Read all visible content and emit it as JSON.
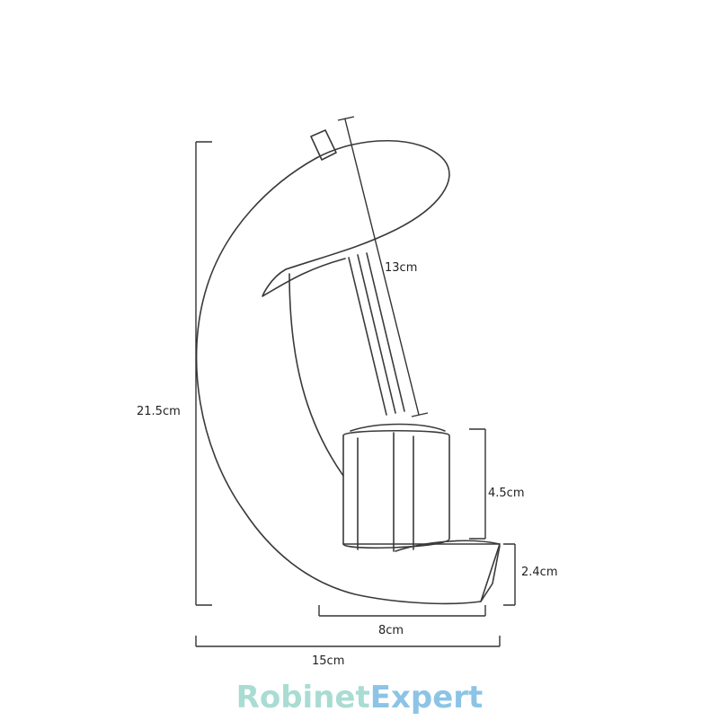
{
  "dimensions": {
    "total_height": "21.5cm",
    "spout_length": "13cm",
    "body_height": "4.5cm",
    "base_height": "2.4cm",
    "base_width": "8cm",
    "total_width": "15cm"
  },
  "brand": {
    "part1": "Robinet",
    "part2": "Expert",
    "color1": "#a9dcd3",
    "color2": "#8cc4e6"
  },
  "colors": {
    "line": "#333333"
  }
}
